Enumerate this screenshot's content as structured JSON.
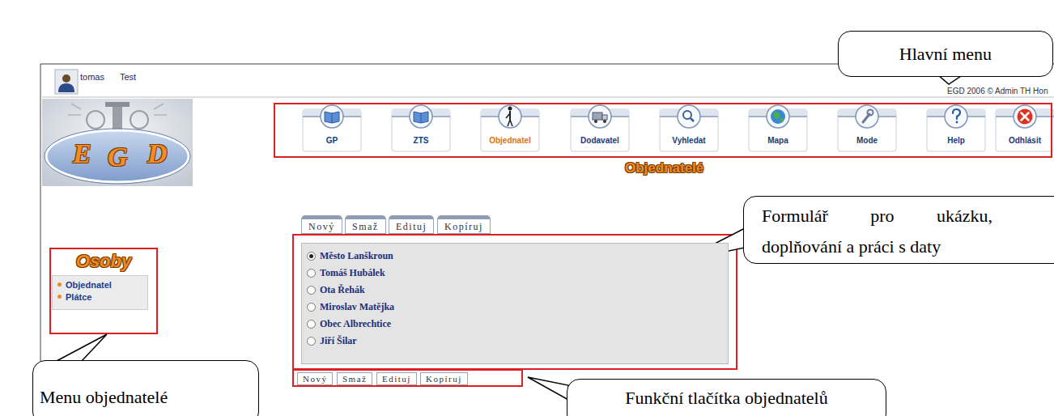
{
  "diagram": {
    "nodes": [
      {
        "text": [
          "Hlavní menu"
        ]
      },
      {
        "text": [
          "GP"
        ]
      },
      {
        "text": [
          "ZTS"
        ]
      },
      {
        "text": [
          "Objednatel"
        ]
      },
      {
        "text": [
          "Dodavatel"
        ]
      },
      {
        "text": [
          "Vyhledat"
        ]
      },
      {
        "text": [
          "Mapa"
        ]
      },
      {
        "text": [
          "Mode"
        ]
      },
      {
        "text": [
          "Help"
        ]
      },
      {
        "text": [
          "Odhlásit"
        ]
      },
      {
        "text": [
          "Nový"
        ]
      },
      {
        "text": [
          "Smaž"
        ]
      },
      {
        "text": [
          "Edituj"
        ]
      },
      {
        "text": [
          "Kopíruj"
        ]
      },
      {
        "text": [
          "Město Lanškroun",
          "Tomáš Hubálek",
          "Ota Řehák",
          "Miroslav Matějka",
          "Obec Albrechtice",
          "Jiří Šilar"
        ]
      },
      {
        "text": [
          "Formulář pro ukázku, doplňování a práci s daty"
        ]
      },
      {
        "text": [
          "Osoby",
          "Objednatel",
          "Plátce"
        ]
      },
      {
        "text": [
          "Nový"
        ]
      },
      {
        "text": [
          "Smaž"
        ]
      },
      {
        "text": [
          "Edituj"
        ]
      },
      {
        "text": [
          "Kopíruj"
        ]
      },
      {
        "text": [
          "Funkční tlačítka objednatelů"
        ]
      },
      {
        "text": [
          "Menu objednatelé"
        ]
      }
    ],
    "labels": [
      "tomas",
      "Test",
      "EGD 2006 © Admin TH Hon",
      "E",
      "G",
      "D",
      "Objednatelé"
    ]
  }
}
